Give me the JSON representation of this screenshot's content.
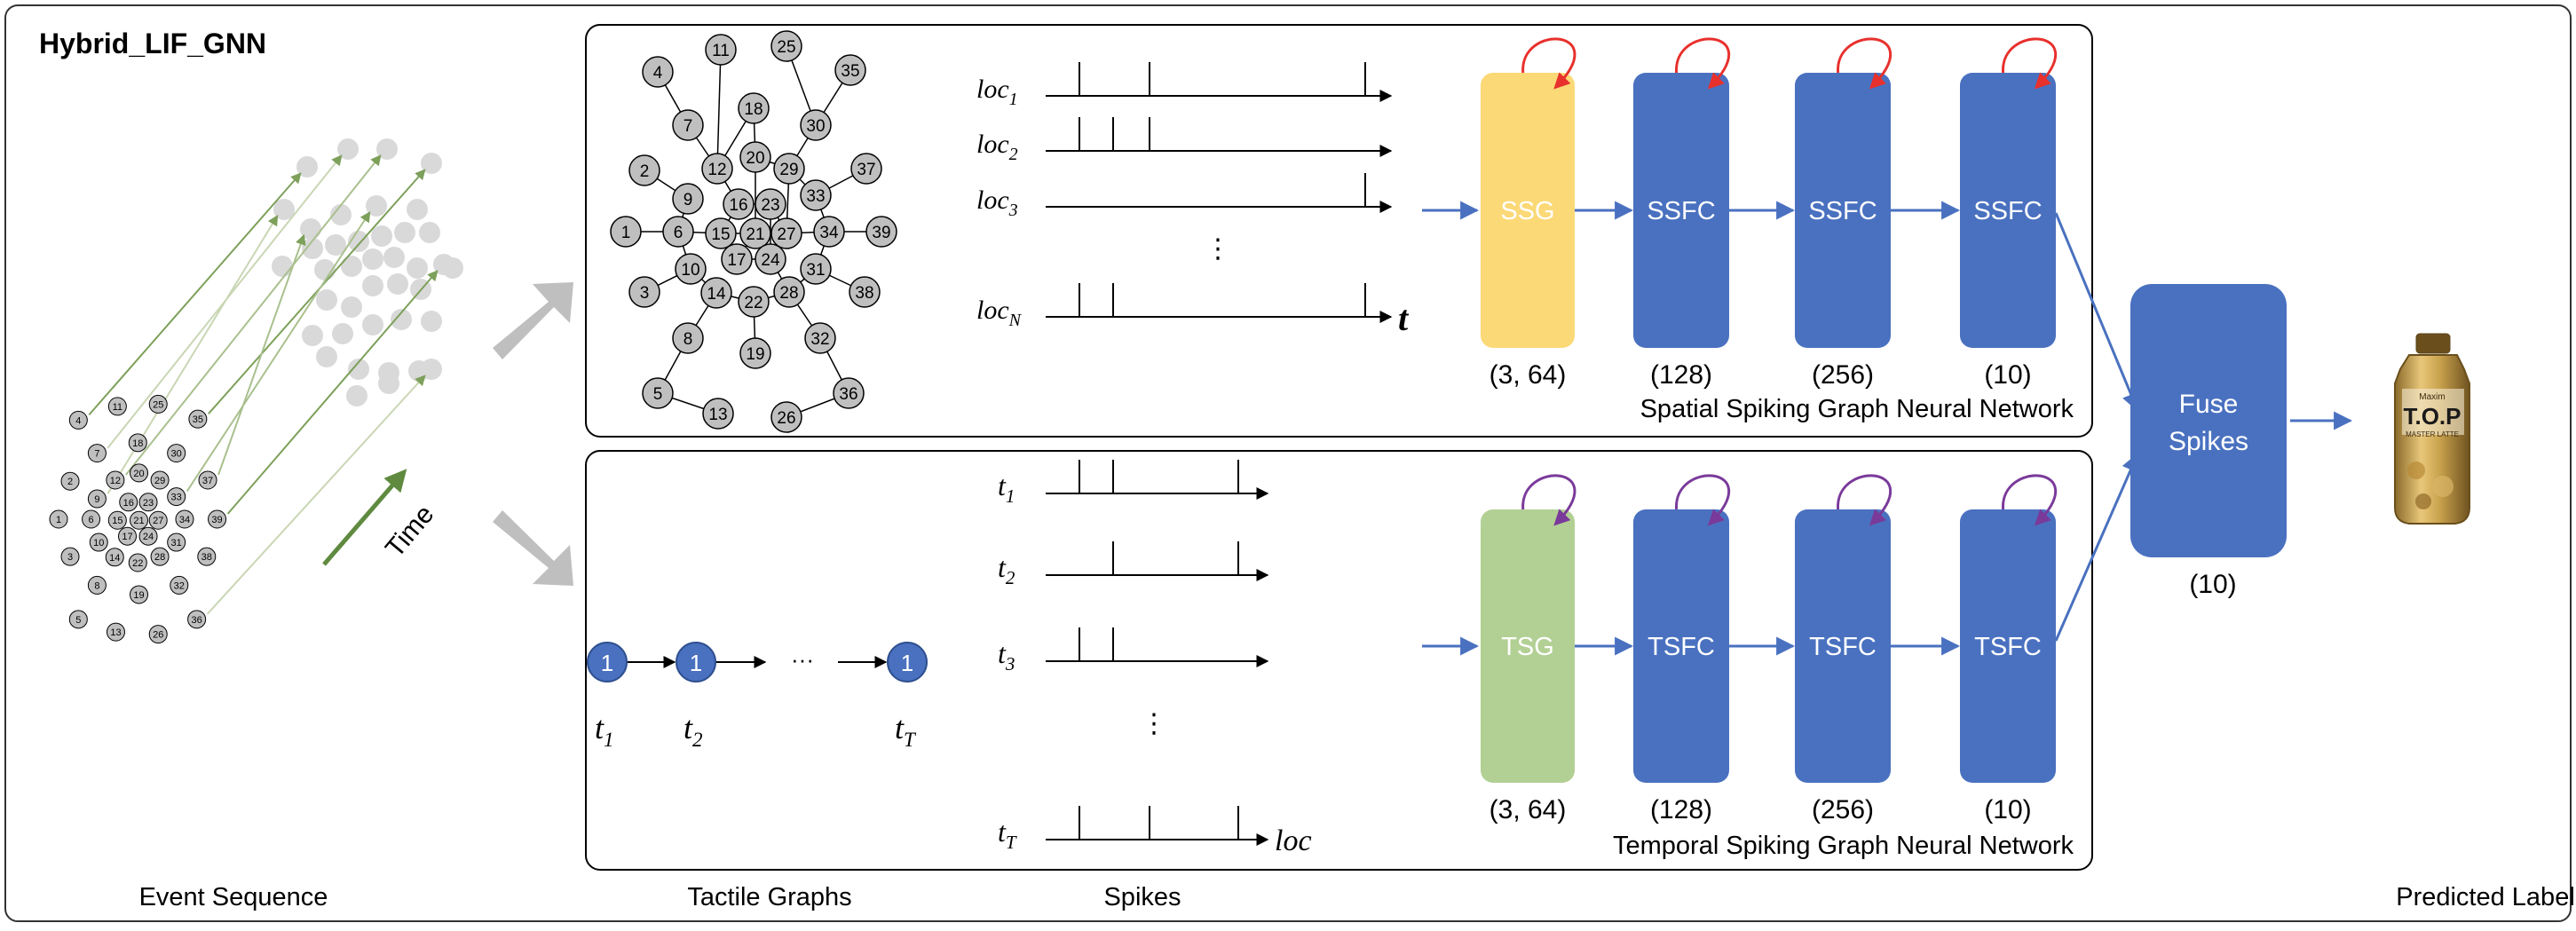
{
  "title": "Hybrid_LIF_GNN",
  "sections": {
    "event_sequence": "Event Sequence",
    "tactile_graphs": "Tactile Graphs",
    "spikes": "Spikes",
    "predicted_label": "Predicted Label"
  },
  "time_label": "Time",
  "graph_nodes": [
    "1",
    "2",
    "3",
    "4",
    "5",
    "6",
    "7",
    "8",
    "9",
    "10",
    "11",
    "12",
    "13",
    "14",
    "15",
    "16",
    "17",
    "18",
    "19",
    "20",
    "21",
    "22",
    "23",
    "24",
    "25",
    "26",
    "27",
    "28",
    "29",
    "30",
    "31",
    "32",
    "33",
    "34",
    "35",
    "36",
    "37",
    "38",
    "39"
  ],
  "spatial": {
    "title": "Spatial Spiking Graph Neural Network",
    "rows": [
      {
        "base": "loc",
        "sub": "1"
      },
      {
        "base": "loc",
        "sub": "2"
      },
      {
        "base": "loc",
        "sub": "3"
      },
      {
        "base": "loc",
        "sub": "N"
      }
    ],
    "axis_label": "t",
    "ellipsis": "⋮",
    "blocks": [
      {
        "label": "SSG",
        "dim": "(3, 64)"
      },
      {
        "label": "SSFC",
        "dim": "(128)"
      },
      {
        "label": "SSFC",
        "dim": "(256)"
      },
      {
        "label": "SSFC",
        "dim": "(10)"
      }
    ]
  },
  "temporal": {
    "title": "Temporal Spiking Graph Neural Network",
    "chain_nodes": [
      {
        "value": "1",
        "base": "t",
        "sub": "1"
      },
      {
        "value": "1",
        "base": "t",
        "sub": "2"
      },
      {
        "value": "1",
        "base": "t",
        "sub": "T"
      }
    ],
    "chain_ellipsis": "···",
    "rows": [
      {
        "base": "t",
        "sub": "1"
      },
      {
        "base": "t",
        "sub": "2"
      },
      {
        "base": "t",
        "sub": "3"
      },
      {
        "base": "t",
        "sub": "T"
      }
    ],
    "axis_label": "loc",
    "ellipsis": "⋮",
    "blocks": [
      {
        "label": "TSG",
        "dim": "(3, 64)"
      },
      {
        "label": "TSFC",
        "dim": "(128)"
      },
      {
        "label": "TSFC",
        "dim": "(256)"
      },
      {
        "label": "TSFC",
        "dim": "(10)"
      }
    ]
  },
  "fuse": {
    "line1": "Fuse",
    "line2": "Spikes",
    "dim": "(10)"
  },
  "product": {
    "brand": "T.O.P",
    "maker": "Maxim",
    "line": "MASTER LATTE"
  },
  "colors": {
    "ssg": "#fbd977",
    "tsg": "#b2d094",
    "block": "#4a71c0",
    "spatial_loop": "#e8302c",
    "temporal_loop": "#7a3a9a",
    "arrow": "#4a71c0",
    "node_fill": "#bfbfbf",
    "dot_fill": "#d9d9d9",
    "time_arrow": "#5f8a3f"
  }
}
